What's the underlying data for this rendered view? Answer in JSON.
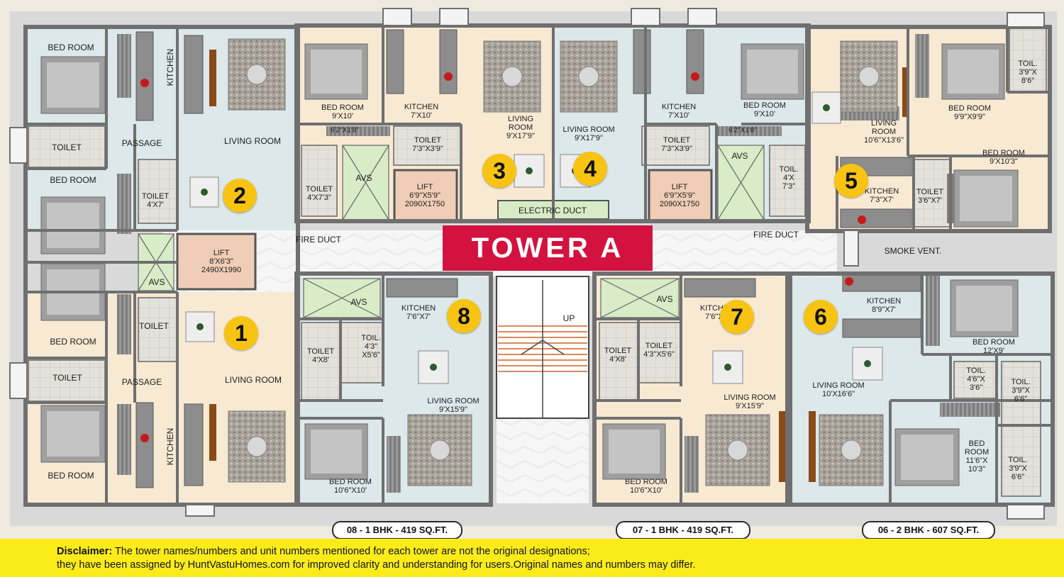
{
  "title": "TOWER A",
  "colors": {
    "banner": "#d3123f",
    "badge": "#f7c414",
    "disclaimer_bg": "#fbec19",
    "unit_blue": "#dce8ea",
    "unit_peach": "#f8e9d3",
    "wall": "#6f6f6f"
  },
  "units": [
    {
      "number": "1"
    },
    {
      "number": "2"
    },
    {
      "number": "3"
    },
    {
      "number": "4"
    },
    {
      "number": "5"
    },
    {
      "number": "6"
    },
    {
      "number": "7"
    },
    {
      "number": "8"
    }
  ],
  "unit_tags": [
    "08 - 1 BHK - 419 SQ.FT.",
    "07 - 1 BHK - 419 SQ.FT.",
    "06 - 2 BHK - 607 SQ.FT."
  ],
  "labels": [
    "BED ROOM",
    "KITCHEN",
    "LIVING ROOM",
    "TOILET",
    "PASSAGE",
    "BED ROOM",
    "TOILET\n4'X7'",
    "LIFT\n8'X6'3\"\n2490X1990",
    "AVS",
    "TOILET",
    "BED ROOM",
    "TOILET",
    "PASSAGE",
    "LIVING ROOM",
    "KITCHEN",
    "BED ROOM",
    "BED ROOM\n9'X10'",
    "KITCHEN\n7'X10'",
    "LIVING\nROOM\n9'X17'9\"",
    "6'2\"X1'8\"",
    "TOILET\n7'3\"X3'9\"",
    "TOILET\n4'X7'3\"",
    "AVS",
    "LIFT\n6'9\"X5'9\"\n2090X1750",
    "LIVING ROOM\n9'X17'9\"",
    "KITCHEN\n7'X10'",
    "BED ROOM\n9'X10'",
    "TOILET\n7'3\"X3'9\"",
    "6'2\"X1'8\"",
    "AVS",
    "TOIL.\n4'X\n7'3\"",
    "LIFT\n6'9\"X5'9\"\n2090X1750",
    "ELECTRIC DUCT",
    "FIRE DUCT",
    "FIRE DUCT",
    "LIVING\nROOM\n10'6\"X13'6\"",
    "BED ROOM\n9'9\"X9'9\"",
    "TOIL.\n3'9\"X\n8'6\"",
    "BED ROOM\n9'X10'3\"",
    "KITCHEN\n7'3\"X7'",
    "TOILET\n3'6\"X7'",
    "SMOKE VENT.",
    "UP",
    "AVS",
    "KITCHEN\n7'6\"X7'",
    "TOILET\n4'X8'",
    "TOIL.\n4'3\"\nX5'6\"",
    "LIVING ROOM\n9'X15'9\"",
    "BED ROOM\n10'6\"X10'",
    "AVS",
    "KITCHEN\n7'6\"X7'",
    "TOILET\n4'X8'",
    "TOILET\n4'3\"X5'6\"",
    "LIVING ROOM\n9'X15'9\"",
    "BED ROOM\n10'6\"X10'",
    "KITCHEN\n8'9\"X7'",
    "BED ROOM\n12'X9'",
    "TOIL.\n4'6\"X\n3'6\"",
    "TOIL.\n3'9\"X\n6'6\"",
    "LIVING ROOM\n10'X16'6\"",
    "BED\nROOM\n11'6\"X\n10'3\"",
    "TOIL.\n3'9\"X\n6'6\""
  ],
  "disclaimer": {
    "heading": "Disclaimer:",
    "line1": " The tower names/numbers and unit numbers mentioned for each tower are not the original designations;",
    "line2": "they have been assigned by HuntVastuHomes.com for improved clarity and understanding for users.Original names and numbers may differ."
  }
}
